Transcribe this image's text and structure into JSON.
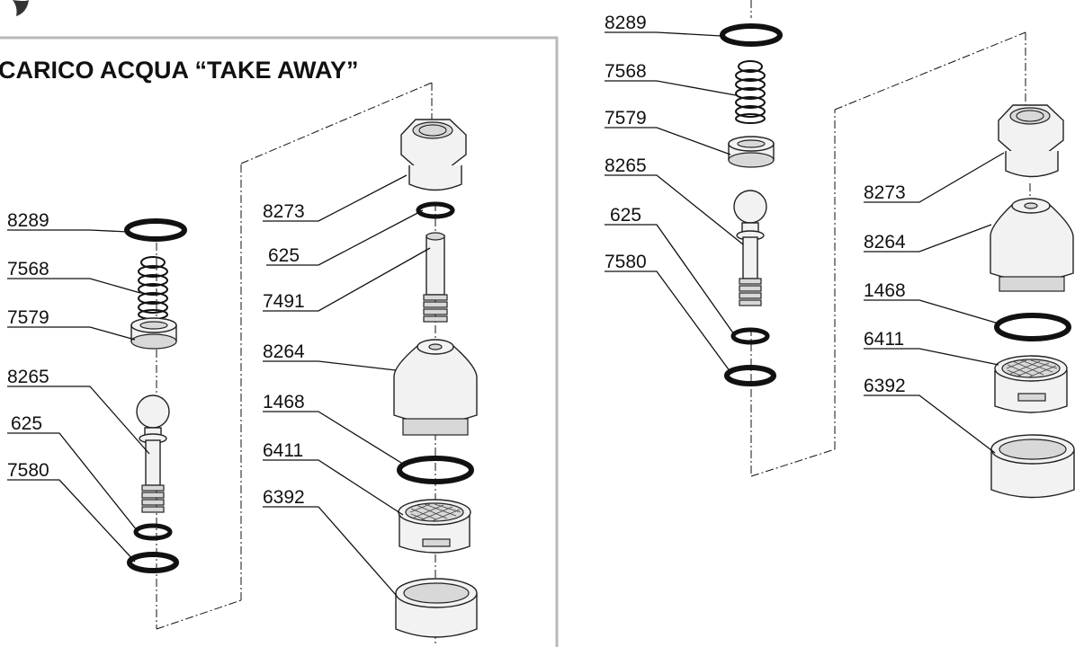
{
  "panel_left": {
    "title": "CARICO ACQUA “TAKE AWAY”",
    "labels": {
      "col1": [
        "8289",
        "7568",
        "7579",
        "8265",
        "625",
        "7580"
      ],
      "col2": [
        "8273",
        "625",
        "7491",
        "8264",
        "1468",
        "6411",
        "6392"
      ]
    }
  },
  "panel_right": {
    "labels": {
      "col1": [
        "8289",
        "7568",
        "7579",
        "8265",
        "625",
        "7580"
      ],
      "col2": [
        "8273",
        "8264",
        "1468",
        "6411",
        "6392"
      ]
    }
  }
}
